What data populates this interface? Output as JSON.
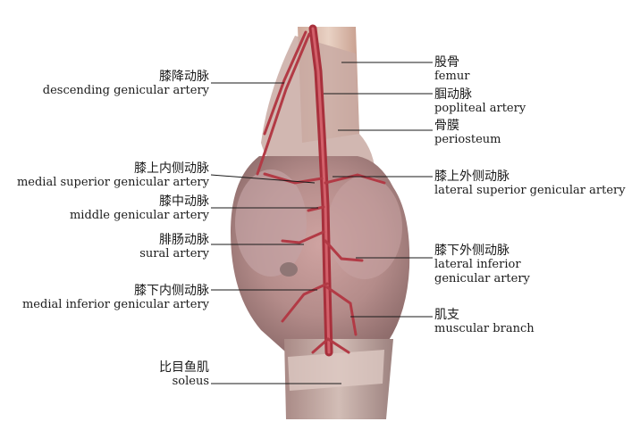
{
  "labels_left": [
    {
      "zh": "膝降动脉",
      "en": "descending genicular artery"
    },
    {
      "zh": "膝上内侧动脉",
      "en": "medial superior genicular artery"
    },
    {
      "zh": "膝中动脉",
      "en": "middle genicular artery"
    },
    {
      "zh": "腓肠动脉",
      "en": "sural artery"
    },
    {
      "zh": "膝下内侧动脉",
      "en": "medial inferior genicular artery"
    },
    {
      "zh": "比目鱼肌",
      "en": "soleus"
    }
  ],
  "labels_right": [
    {
      "zh": "股骨",
      "en": "femur"
    },
    {
      "zh": "腘动脉",
      "en": "popliteal artery"
    },
    {
      "zh": "骨膜",
      "en": "periosteum"
    },
    {
      "zh": "膝上外侧动脉",
      "en": "lateral superior genicular artery"
    },
    {
      "zh": "膝下外侧动脉",
      "en": "lateral inferior",
      "en2": "genicular artery"
    },
    {
      "zh": "肌支",
      "en": "muscular branch"
    }
  ]
}
